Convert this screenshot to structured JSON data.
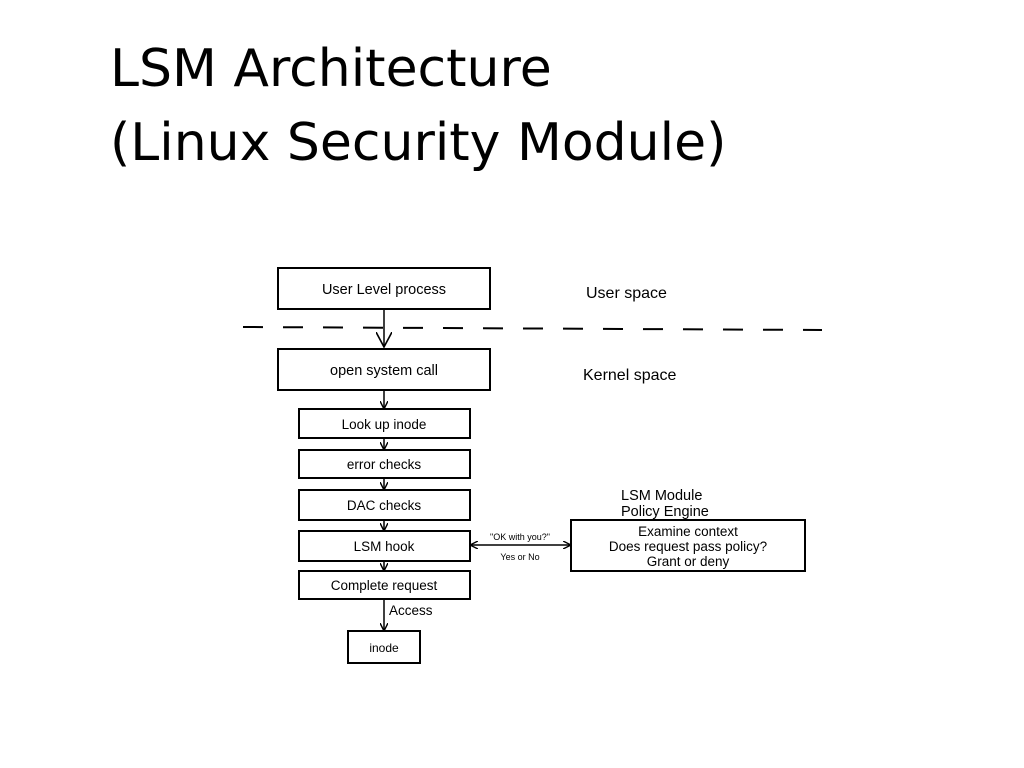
{
  "title": {
    "line1": "LSM Architecture",
    "line2": "(Linux Security Module)"
  },
  "diagram": {
    "zones": {
      "user_space": "User space",
      "kernel_space": "Kernel space"
    },
    "boxes": {
      "user_process": "User Level process",
      "open_syscall": "open system call",
      "lookup_inode": "Look up inode",
      "error_checks": "error checks",
      "dac_checks": "DAC checks",
      "lsm_hook": "LSM hook",
      "complete_request": "Complete request",
      "inode": "inode"
    },
    "policy_engine": {
      "heading_line1": "LSM Module",
      "heading_line2": "Policy Engine",
      "line1": "Examine context",
      "line2": "Does request pass policy?",
      "line3": "Grant or deny"
    },
    "arrow_labels": {
      "query": "\"OK with you?\"",
      "answer": "Yes or No",
      "access": "Access"
    }
  }
}
